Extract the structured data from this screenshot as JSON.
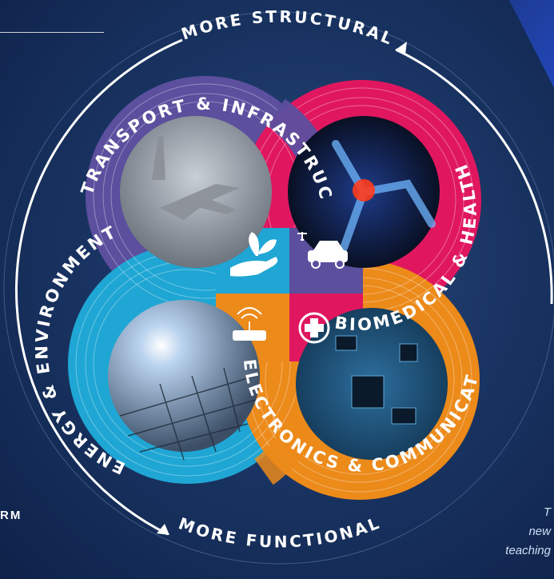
{
  "arrows": {
    "top_label": "MORE STRUCTURAL",
    "bottom_label": "MORE FUNCTIONAL"
  },
  "rings": [
    {
      "id": "transport",
      "label": "TRANSPORT & INFRASTRUCTURE",
      "color": "#5b4f9e"
    },
    {
      "id": "biomedical",
      "label": "BIOMEDICAL & HEALTH",
      "color": "#e0175f"
    },
    {
      "id": "energy",
      "label": "ENERGY & ENVIRONMENT",
      "color": "#1fa6d4"
    },
    {
      "id": "electronics",
      "label": "ELECTRONICS & COMMUNICATIONS",
      "color": "#ec8a1a"
    }
  ],
  "icons": {
    "plant_hand": "plant-in-hand-icon",
    "electric_car": "electric-car-icon",
    "router": "wifi-router-icon",
    "medical_cross": "medical-cross-icon"
  },
  "edge": {
    "left_fragment": "RM",
    "right_fragment_1": "T",
    "right_fragment_2": "new",
    "right_fragment_3": "teaching"
  },
  "colors": {
    "background": "#1a3564",
    "arrow": "#ffffff"
  }
}
